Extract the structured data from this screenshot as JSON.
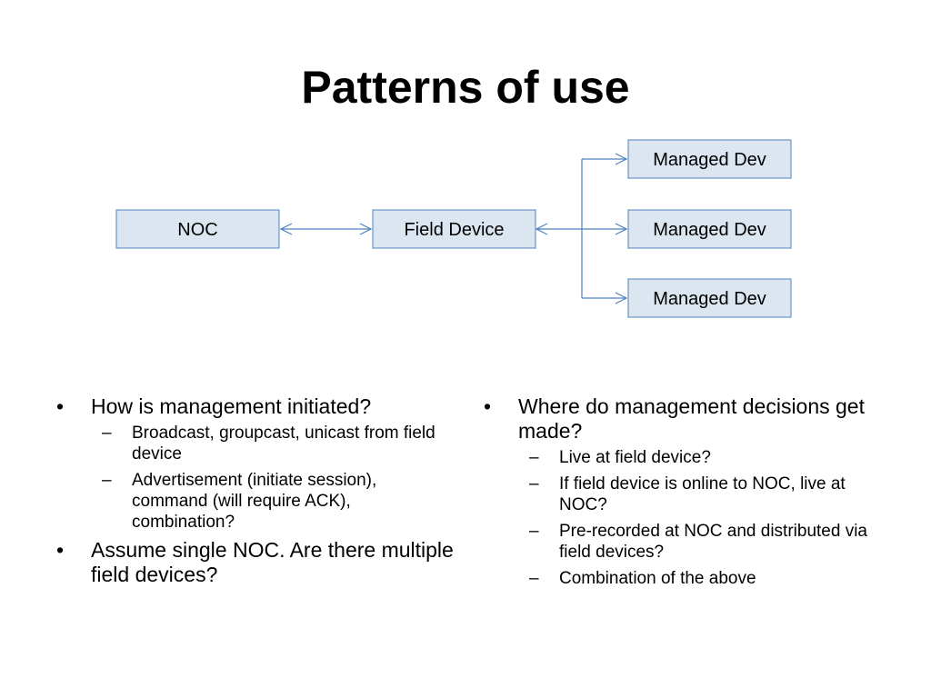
{
  "slide": {
    "title": "Patterns of use"
  },
  "diagram": {
    "colors": {
      "box_fill": "#dce6f1",
      "box_border": "#4f81bd",
      "connector": "#4f81bd"
    },
    "nodes": {
      "noc": "NOC",
      "field_device": "Field Device",
      "managed_dev_1": "Managed Dev",
      "managed_dev_2": "Managed Dev",
      "managed_dev_3": "Managed Dev"
    }
  },
  "left_column": {
    "items": [
      {
        "text": "How is management initiated?",
        "subitems": [
          "Broadcast, groupcast, unicast from field device",
          "Advertisement (initiate session), command (will require ACK), combination?"
        ]
      },
      {
        "text": "Assume single NOC. Are there multiple field devices?"
      }
    ]
  },
  "right_column": {
    "items": [
      {
        "text": "Where do management decisions get made?",
        "subitems": [
          "Live at field device?",
          "If field device is online to NOC, live at NOC?",
          "Pre-recorded at NOC and distributed via field devices?",
          "Combination of the above"
        ]
      }
    ]
  }
}
